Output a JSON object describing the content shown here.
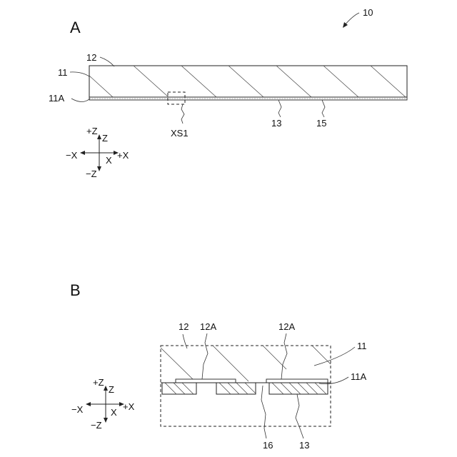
{
  "figure_a": {
    "panel_label": "A",
    "ref_10": "10",
    "label_12": "12",
    "label_11": "11",
    "label_11a": "11A",
    "label_13": "13",
    "label_15": "15",
    "label_xs1": "XS1",
    "axes": {
      "plus_z": "+Z",
      "z": "Z",
      "minus_x": "−X",
      "x": "X",
      "plus_x": "+X",
      "minus_z": "−Z"
    }
  },
  "figure_b": {
    "panel_label": "B",
    "label_12": "12",
    "label_12a_left": "12A",
    "label_12a_right": "12A",
    "label_11": "11",
    "label_11a": "11A",
    "label_16": "16",
    "label_13": "13",
    "axes": {
      "plus_z": "+Z",
      "z": "Z",
      "minus_x": "−X",
      "x": "X",
      "plus_x": "+X",
      "minus_z": "−Z"
    }
  }
}
